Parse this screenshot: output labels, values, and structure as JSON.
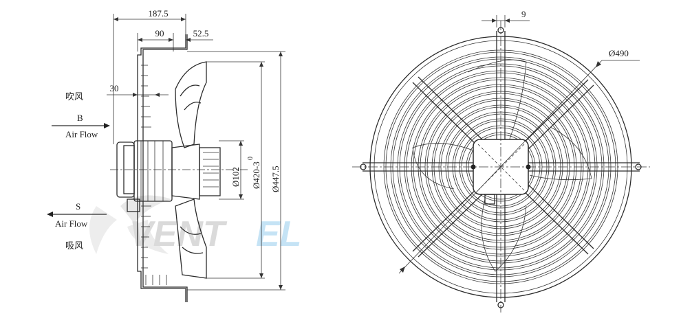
{
  "side_view": {
    "dim_top_total": "187.5",
    "dim_top_left": "90",
    "dim_top_right": "52.5",
    "dim_left_small": "30",
    "dim_v_hub": "Ø102",
    "dim_v_mid": "Ø420-3",
    "dim_v_mid_sub": "0",
    "dim_v_outer": "Ø447.5"
  },
  "airflow_blow": {
    "cn_label": "吹风",
    "letter": "B",
    "text": "Air Flow"
  },
  "airflow_suck": {
    "letter": "S",
    "text": "Air Flow",
    "cn_label": "吸风"
  },
  "front_view": {
    "dim_top": "9",
    "dim_diameter": "Ø490"
  },
  "watermark": {
    "part1": "VENT",
    "part2": "EL"
  },
  "colors": {
    "line": "#2b2b2b",
    "watermark_grey": "#d6d6d6",
    "watermark_blue": "#bfe0f5"
  }
}
